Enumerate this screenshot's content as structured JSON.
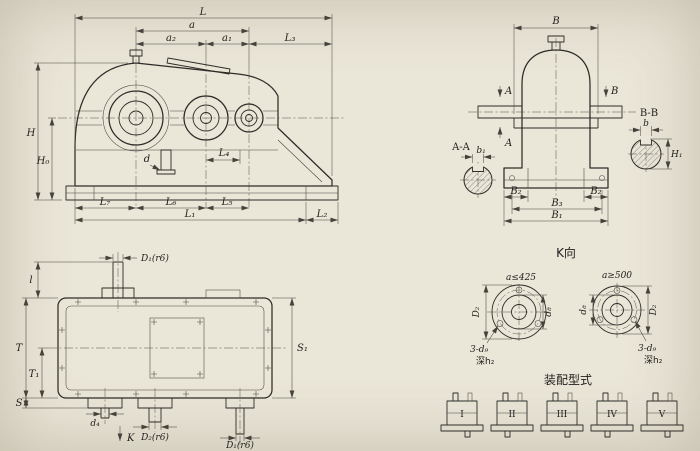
{
  "colors": {
    "paper": "#eae6d8",
    "ink": "#2e2c28"
  },
  "side_view": {
    "L": "L",
    "a": "a",
    "a2": "a₂",
    "a1": "a₁",
    "L3": "L₃",
    "H": "H",
    "H0": "H₀",
    "d": "d",
    "L4": "L₄",
    "L7": "L₇",
    "L6": "L₆",
    "L5": "L₅",
    "L1": "L₁",
    "L2": "L₂"
  },
  "end_view": {
    "B": "B",
    "A_upper": "A",
    "A_lower": "A",
    "B_upper": "B",
    "aa_title": "A-A",
    "b1": "b₁",
    "bb_title": "B-B",
    "b": "b",
    "H1": "H₁",
    "B2_left": "B₂",
    "B2_right": "B₂",
    "B3": "B₃",
    "B1": "B₁"
  },
  "top_view": {
    "D1_top": "D₁(r6)",
    "l": "l",
    "T": "T",
    "T1": "T₁",
    "S": "S",
    "S1": "S₁",
    "d4": "d₄",
    "D2": "D₂(r6)",
    "D1_bottom": "D₁(r6)",
    "K": "K"
  },
  "k_view": {
    "title": "K向",
    "left_condition": "a≤425",
    "right_condition": "a≥500",
    "D2_left": "D₂",
    "d8_left": "d₈",
    "holes_left": "3-d₉",
    "depth_left": "深h₂",
    "D2_right": "D₂",
    "d8_right": "d₈",
    "holes_right": "3-d₉",
    "depth_right": "深h₂"
  },
  "assembly": {
    "title": "装配型式",
    "types": [
      "I",
      "II",
      "III",
      "IV",
      "V"
    ]
  }
}
